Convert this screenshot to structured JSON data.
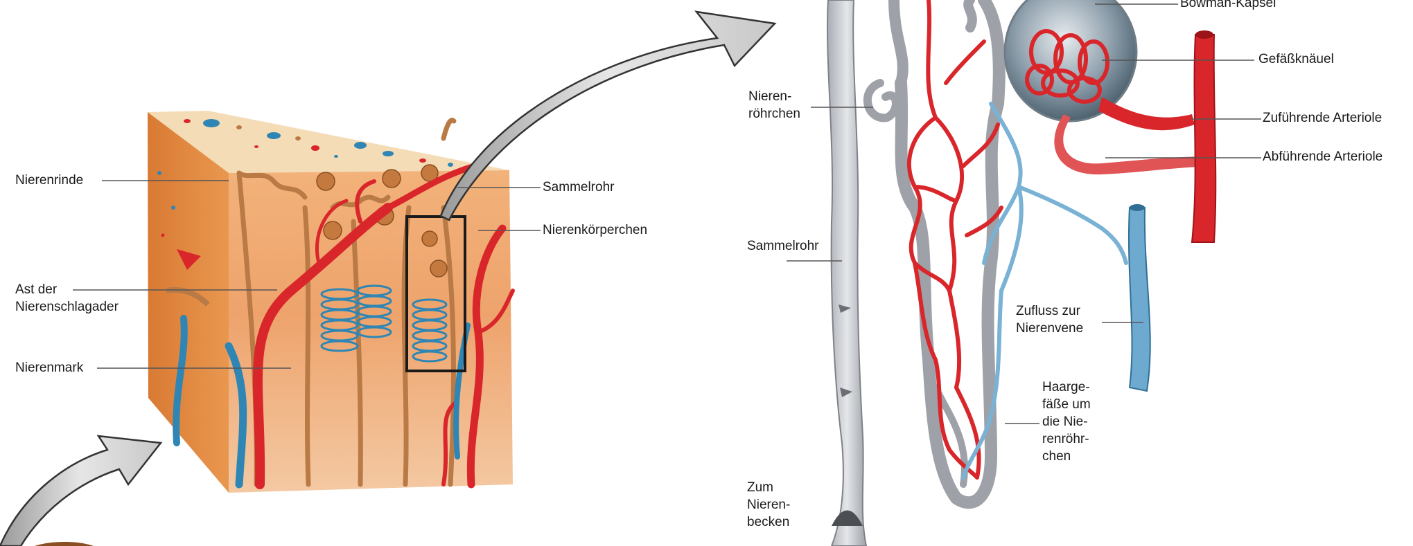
{
  "colors": {
    "cortex": "#e9a064",
    "cortex_top": "#f5dcb8",
    "cortex_side": "#d9782e",
    "artery": "#d9262b",
    "vein": "#2f86b4",
    "vein_light": "#79b2d4",
    "tubule": "#c4c7cc",
    "tubule_dark": "#8c9096",
    "nephron_tube": "#b97a45",
    "frame": "#1a1a1a",
    "leader": "#555555"
  },
  "labels": {
    "nierenrinde": "Nierenrinde",
    "ast_der_nierenschlagader": "Ast der\nNierenschlagader",
    "nierenmark": "Nierenmark",
    "sammelrohr_left": "Sammelrohr",
    "nierenkoerperchen": "Nierenkörperchen",
    "nierenroehrchen": "Nieren-\nröhrchen",
    "sammelrohr_right": "Sammelrohr",
    "zum_nierenbecken": "Zum\nNieren-\nbecken",
    "bowman_kapsel": "Bowman-Kapsel",
    "gefaessknaeuel": "Gefäßknäuel",
    "zufuehrende_arteriole": "Zuführende Arteriole",
    "abfuehrende_arteriole": "Abführende Arteriole",
    "zufluss_zur_nierenvene": "Zufluss zur\nNierenvene",
    "haargefaesse": "Haarge-\nfäße um\ndie Nie-\nrenröhr-\nchen"
  }
}
